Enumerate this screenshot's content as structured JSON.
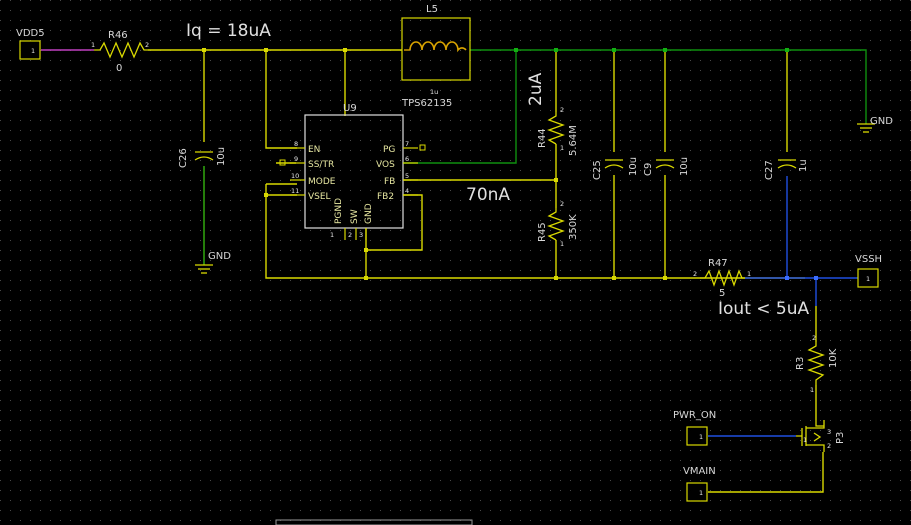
{
  "labels": {
    "vdd5": "VDD5",
    "r46_ref": "R46",
    "r46_val": "0",
    "iq": "Iq  =  18uA",
    "l5_ref": "L5",
    "l5_val": "1u",
    "l5_part": "TPS62135",
    "u9_ref": "U9",
    "c26_ref": "C26",
    "c26_val": "10u",
    "gnd_left": "GND",
    "gnd_right": "GND",
    "i_2ua": "2uA",
    "r44_ref": "R44",
    "r44_val": "5.64M",
    "i_70na": "70nA",
    "r45_ref": "R45",
    "r45_val": "350K",
    "c25_ref": "C25",
    "c25_val": "10u",
    "c9_ref": "C9",
    "c9_val": "10u",
    "c27_ref": "C27",
    "c27_val": "1u",
    "r47_ref": "R47",
    "r47_val": "5",
    "vssh": "VSSH",
    "iout": "Iout  <  5uA",
    "r3_ref": "R3",
    "r3_val": "10K",
    "pwr_on": "PWR_ON",
    "vmain": "VMAIN",
    "p3_ref": "P3"
  },
  "u9_pins": {
    "en": "EN",
    "ss": "SS/TR",
    "mode": "MODE",
    "vsel": "VSEL",
    "pg": "PG",
    "vos": "VOS",
    "fb": "FB",
    "fb2": "FB2",
    "pgnd": "PGND",
    "sw": "SW",
    "gnd": "GND"
  },
  "pin_numbers": {
    "en": "8",
    "ss": "9",
    "mode": "10",
    "vsel": "11",
    "pg": "7",
    "vos": "6",
    "fb": "5",
    "fb2": "4",
    "b1": "1",
    "b2": "2",
    "b3": "3"
  },
  "port_pin": "1",
  "colors": {
    "wire": "#d9d900",
    "wire_output": "#0f8f0f",
    "wire_vssh": "#1f4fe0",
    "wire_vdd5": "#c040c0",
    "text": "#d8d8d8"
  }
}
